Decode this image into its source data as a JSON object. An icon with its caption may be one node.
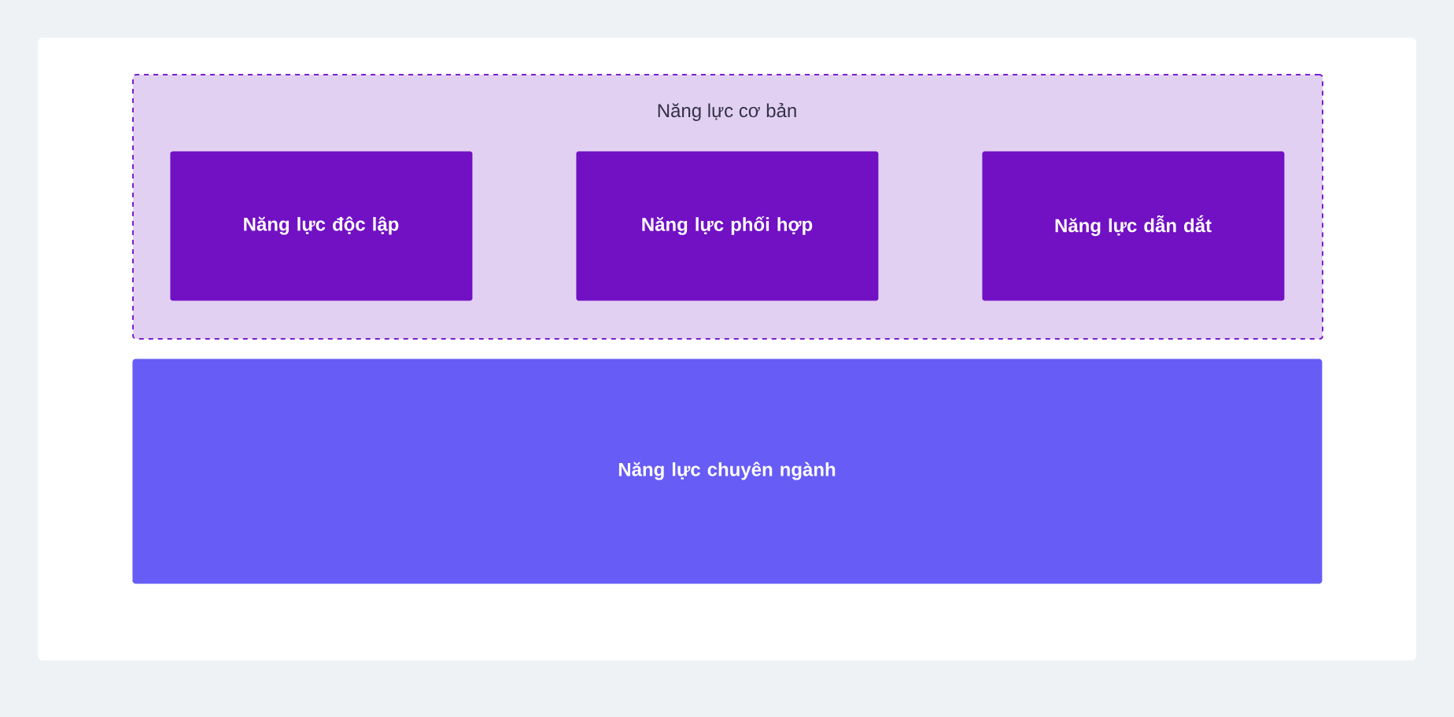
{
  "diagram": {
    "nodes": [
      {
        "text": [
          "Năng lực cơ bản"
        ]
      },
      {
        "text": [
          "Năng lực độc lập"
        ],
        "in": 0
      },
      {
        "text": [
          "Năng lực phối hợp"
        ],
        "in": 0
      },
      {
        "text": [
          "Năng lực dẫn dắt"
        ],
        "in": 0
      },
      {
        "text": [
          "Năng lực chuyên ngành"
        ]
      }
    ]
  }
}
